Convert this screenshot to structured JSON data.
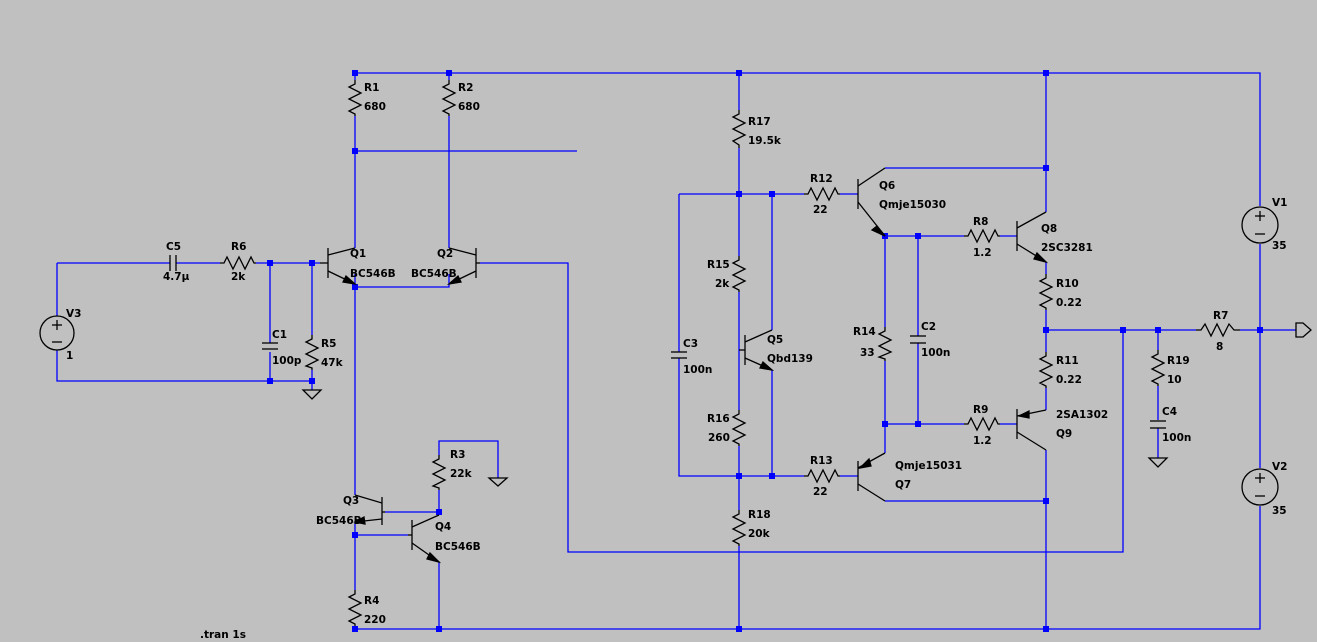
{
  "directive": ".tran 1s",
  "components": {
    "R1": {
      "name": "R1",
      "value": "680"
    },
    "R2": {
      "name": "R2",
      "value": "680"
    },
    "R3": {
      "name": "R3",
      "value": "22k"
    },
    "R4": {
      "name": "R4",
      "value": "220"
    },
    "R5": {
      "name": "R5",
      "value": "47k"
    },
    "R6": {
      "name": "R6",
      "value": "2k"
    },
    "R7": {
      "name": "R7",
      "value": "8"
    },
    "R8": {
      "name": "R8",
      "value": "1.2"
    },
    "R9": {
      "name": "R9",
      "value": "1.2"
    },
    "R10": {
      "name": "R10",
      "value": "0.22"
    },
    "R11": {
      "name": "R11",
      "value": "0.22"
    },
    "R12": {
      "name": "R12",
      "value": "22"
    },
    "R13": {
      "name": "R13",
      "value": "22"
    },
    "R14": {
      "name": "R14",
      "value": "33"
    },
    "R15": {
      "name": "R15",
      "value": "2k"
    },
    "R16": {
      "name": "R16",
      "value": "260"
    },
    "R17": {
      "name": "R17",
      "value": "19.5k"
    },
    "R18": {
      "name": "R18",
      "value": "20k"
    },
    "R19": {
      "name": "R19",
      "value": "10"
    },
    "C1": {
      "name": "C1",
      "value": "100p"
    },
    "C2": {
      "name": "C2",
      "value": "100n"
    },
    "C3": {
      "name": "C3",
      "value": "100n"
    },
    "C4": {
      "name": "C4",
      "value": "100n"
    },
    "C5": {
      "name": "C5",
      "value": "4.7µ"
    },
    "Q1": {
      "name": "Q1",
      "value": "BC546B"
    },
    "Q2": {
      "name": "Q2",
      "value": "BC546B"
    },
    "Q3": {
      "name": "Q3",
      "value": "BC546B"
    },
    "Q4": {
      "name": "Q4",
      "value": "BC546B"
    },
    "Q5": {
      "name": "Q5",
      "value": "Qbd139"
    },
    "Q6": {
      "name": "Q6",
      "value": "Qmje15030"
    },
    "Q7": {
      "name": "Q7",
      "value": "Qmje15031"
    },
    "Q8": {
      "name": "Q8",
      "value": "2SC3281"
    },
    "Q9": {
      "name": "Q9",
      "value": "2SA1302"
    },
    "V1": {
      "name": "V1",
      "value": "35"
    },
    "V2": {
      "name": "V2",
      "value": "35"
    },
    "V3": {
      "name": "V3",
      "value": "1"
    }
  },
  "colors": {
    "background": "#c0c0c0",
    "wire": "#0000ff",
    "component": "#000000"
  }
}
